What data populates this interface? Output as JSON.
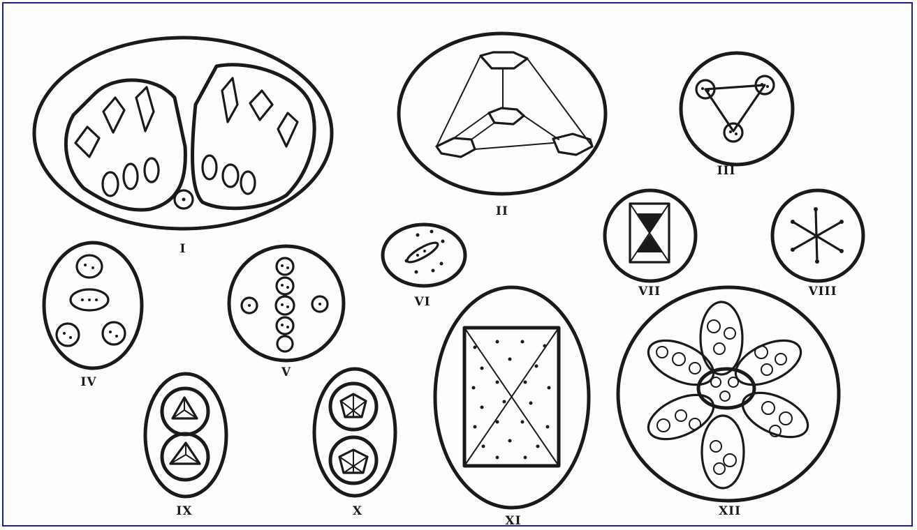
{
  "figure": {
    "labels": {
      "fig1": "I",
      "fig2": "II",
      "fig3": "III",
      "fig4": "IV",
      "fig5": "V",
      "fig6": "VI",
      "fig7": "VII",
      "fig8": "VIII",
      "fig9": "IX",
      "fig10": "X",
      "fig11": "XI",
      "fig12": "XII"
    }
  },
  "colors": {
    "frame_border": "#1c1c9e",
    "ink": "#1a1a1a",
    "paper": "#fdfdfd"
  }
}
